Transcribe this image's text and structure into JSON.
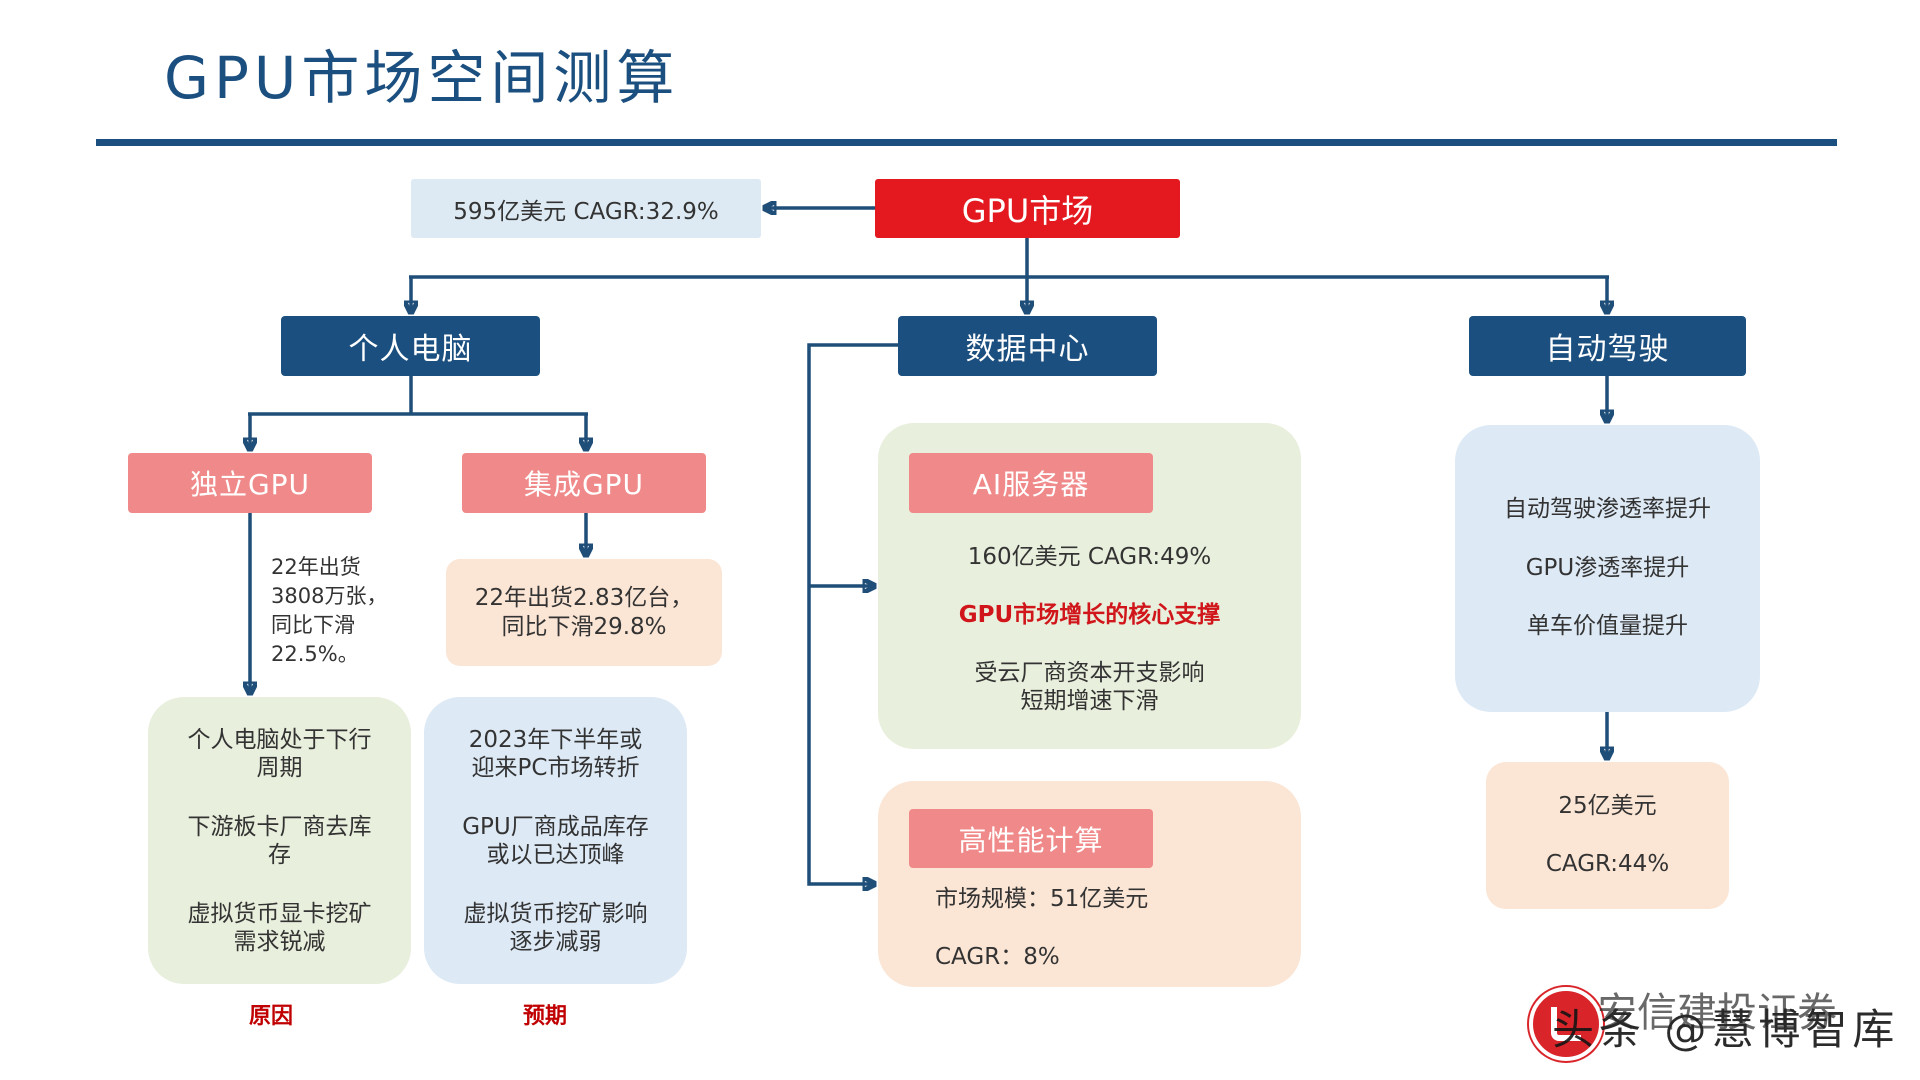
{
  "theme": {
    "navy": "#1b4f7f",
    "red": "#e3191f",
    "pink": "#f08a8a",
    "green_bg": "#e8efdc",
    "blue_bg": "#dde9f5",
    "peach_bg": "#fbe5d5",
    "highlight": "#d0161b",
    "caption": "#c00000",
    "connector": "#1f4e79"
  },
  "title": "GPU市场空间测算",
  "market": {
    "label": "GPU市场",
    "summary": "595亿美元 CAGR:32.9%"
  },
  "pc": {
    "label": "个人电脑",
    "discrete": {
      "label": "独立GPU",
      "note": [
        "22年出货",
        "3808万张，",
        "同比下滑",
        "22.5%。"
      ]
    },
    "integrated": {
      "label": "集成GPU",
      "note": [
        "22年出货2.83亿台，",
        "同比下滑29.8%"
      ]
    },
    "reasons": {
      "caption": "原因",
      "items": [
        [
          "个人电脑处于下行",
          "周期"
        ],
        [
          "下游板卡厂商去库",
          "存"
        ],
        [
          "虚拟货币显卡挖矿",
          "需求锐减"
        ]
      ]
    },
    "outlook": {
      "caption": "预期",
      "items": [
        [
          "2023年下半年或",
          "迎来PC市场转折"
        ],
        [
          "GPU厂商成品库存",
          "或以已达顶峰"
        ],
        [
          "虚拟货币挖矿影响",
          "逐步减弱"
        ]
      ]
    }
  },
  "datacenter": {
    "label": "数据中心",
    "ai_server": {
      "label": "AI服务器",
      "size": "160亿美元 CAGR:49%",
      "highlight": "GPU市场增长的核心支撑",
      "note": [
        "受云厂商资本开支影响",
        "短期增速下滑"
      ]
    },
    "hpc": {
      "label": "高性能计算",
      "size": "市场规模：51亿美元",
      "cagr": "CAGR：8%"
    }
  },
  "autonomous": {
    "label": "自动驾驶",
    "drivers": [
      "自动驾驶渗透率提升",
      "GPU渗透率提升",
      "单车价值量提升"
    ],
    "size": "25亿美元",
    "cagr": "CAGR:44%"
  },
  "watermark": {
    "logo_icon": "toutiao-logo-icon",
    "primary": "头条 @慧博智库",
    "overlay": "安信建投证券"
  }
}
